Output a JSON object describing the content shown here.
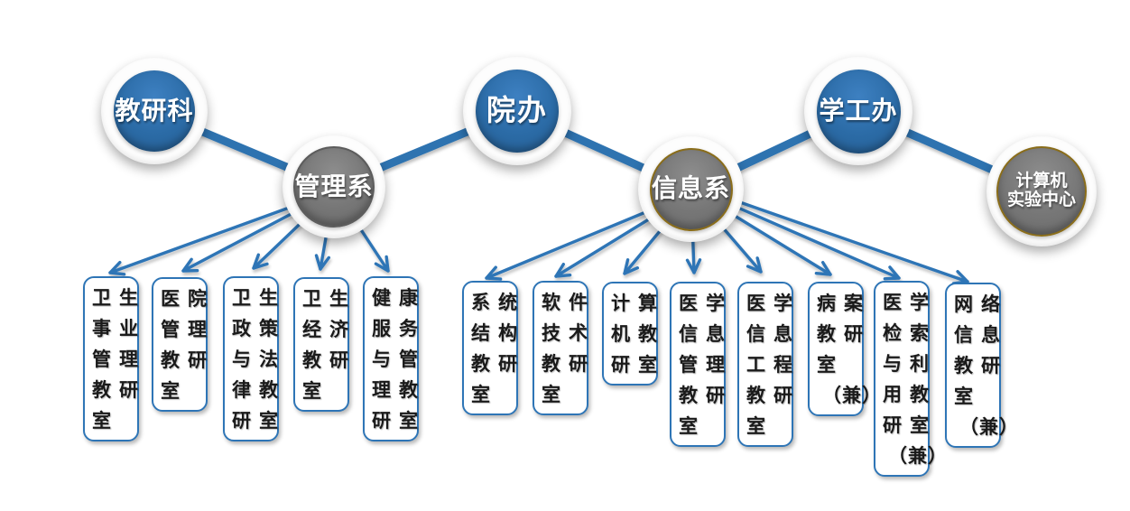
{
  "diagram": {
    "type": "organization-chart",
    "colors": {
      "connector_blue": "#2E73B0",
      "node_blue": "#2B6BA6",
      "node_gray": "#767676",
      "dark_ring": "#5C5C5C",
      "gold_ring": "#8A6D1A",
      "box_border": "#2E75B6",
      "box_text": "#1A1A1A",
      "node_text": "#FFFFFF"
    },
    "top_nodes": {
      "jiaoyanke": "教研科",
      "guanlixi": "管理系",
      "yuanban": "院办",
      "xinxixi": "信息系",
      "xuegongban": "学工办",
      "jisuanji": {
        "full": "计算机实验中心",
        "line1": "计算机",
        "line2": "实验中心"
      }
    },
    "management_departments": [
      {
        "name": "卫生事业管理教研室",
        "lines": [
          "卫生",
          "事业",
          "管理",
          "教研",
          "室"
        ]
      },
      {
        "name": "医院管理教研室",
        "lines": [
          "医院",
          "管理",
          "教研",
          "室"
        ]
      },
      {
        "name": "卫生政策与法律教研室",
        "lines": [
          "卫生",
          "政策",
          "与法",
          "律教",
          "研室"
        ]
      },
      {
        "name": "卫生经济教研室",
        "lines": [
          "卫生",
          "经济",
          "教研",
          "室"
        ]
      },
      {
        "name": "健康服务与管理教研室",
        "lines": [
          "健康",
          "服务",
          "与管",
          "理教",
          "研室"
        ]
      }
    ],
    "information_departments": [
      {
        "name": "系统结构教研室",
        "lines": [
          "系统",
          "结构",
          "教研",
          "室"
        ]
      },
      {
        "name": "软件技术教研室",
        "lines": [
          "软件",
          "技术",
          "教研",
          "室"
        ]
      },
      {
        "name": "计算机教研室",
        "lines": [
          "计算",
          "机教",
          "研室"
        ]
      },
      {
        "name": "医学信息管理教研室",
        "lines": [
          "医学",
          "信息",
          "管理",
          "教研",
          "室"
        ]
      },
      {
        "name": "医学信息工程教研室",
        "lines": [
          "医学",
          "信息",
          "工程",
          "教研",
          "室"
        ]
      },
      {
        "name": "病案教研室（兼）",
        "lines": [
          "病案",
          "教研",
          "室",
          "（兼）"
        ]
      },
      {
        "name": "医学检索与利用教研室（兼）",
        "lines": [
          "医学",
          "检索",
          "与利",
          "用教",
          "研室",
          "（兼）"
        ]
      },
      {
        "name": "网络信息教研室（兼）",
        "lines": [
          "网络",
          "信息",
          "教研",
          "室",
          "（兼）"
        ]
      }
    ]
  }
}
